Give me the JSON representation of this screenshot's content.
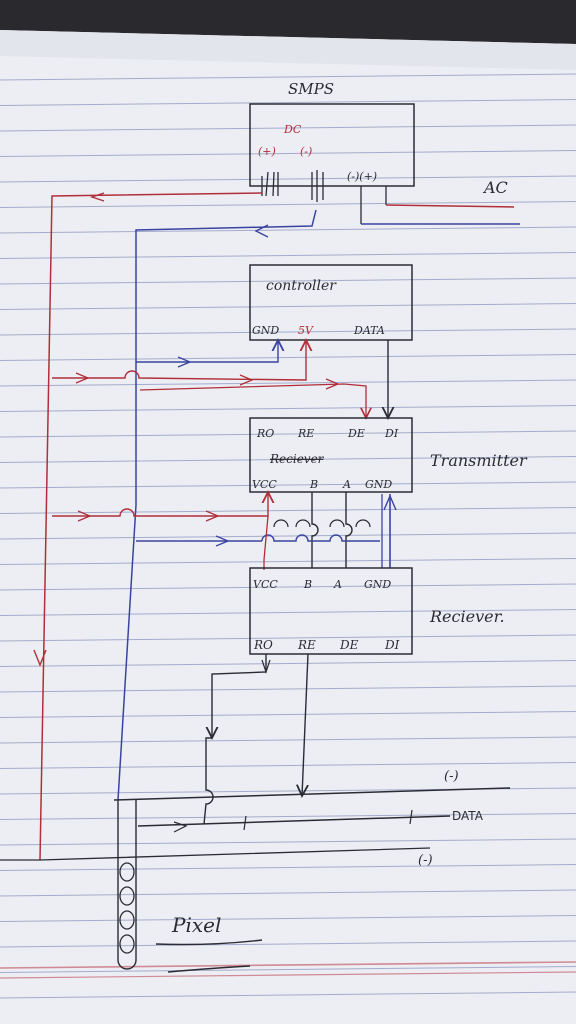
{
  "colors": {
    "paper": "#eeeef3",
    "rule": "#9fa6c8",
    "margin_rule": "#c87a86",
    "ink_black": "#2b2b35",
    "ink_red": "#b02f3a",
    "ink_blue": "#3a44a0"
  },
  "smps": {
    "title": "SMPS",
    "dc_label": "DC",
    "plus": "(+)",
    "minus": "(-)",
    "ac_pins": "(-)(+)",
    "ac_label": "AC"
  },
  "controller": {
    "title": "controller",
    "pins": [
      "GND",
      "5V",
      "DATA"
    ]
  },
  "transmitter": {
    "top_pins": [
      "RO",
      "RE",
      "DE",
      "DI"
    ],
    "chip_label": "Reciever",
    "bottom_pins": [
      "VCC",
      "B",
      "A",
      "GND"
    ],
    "side_label": "Transmitter"
  },
  "receiver": {
    "top_pins": [
      "VCC",
      "B",
      "A",
      "GND"
    ],
    "bottom_pins": [
      "RO",
      "RE",
      "DE",
      "DI"
    ],
    "side_label": "Reciever."
  },
  "bus": {
    "minus_top": "(-)",
    "data": "DATA",
    "minus_bottom": "(-)"
  },
  "pixel_label": "Pixel"
}
